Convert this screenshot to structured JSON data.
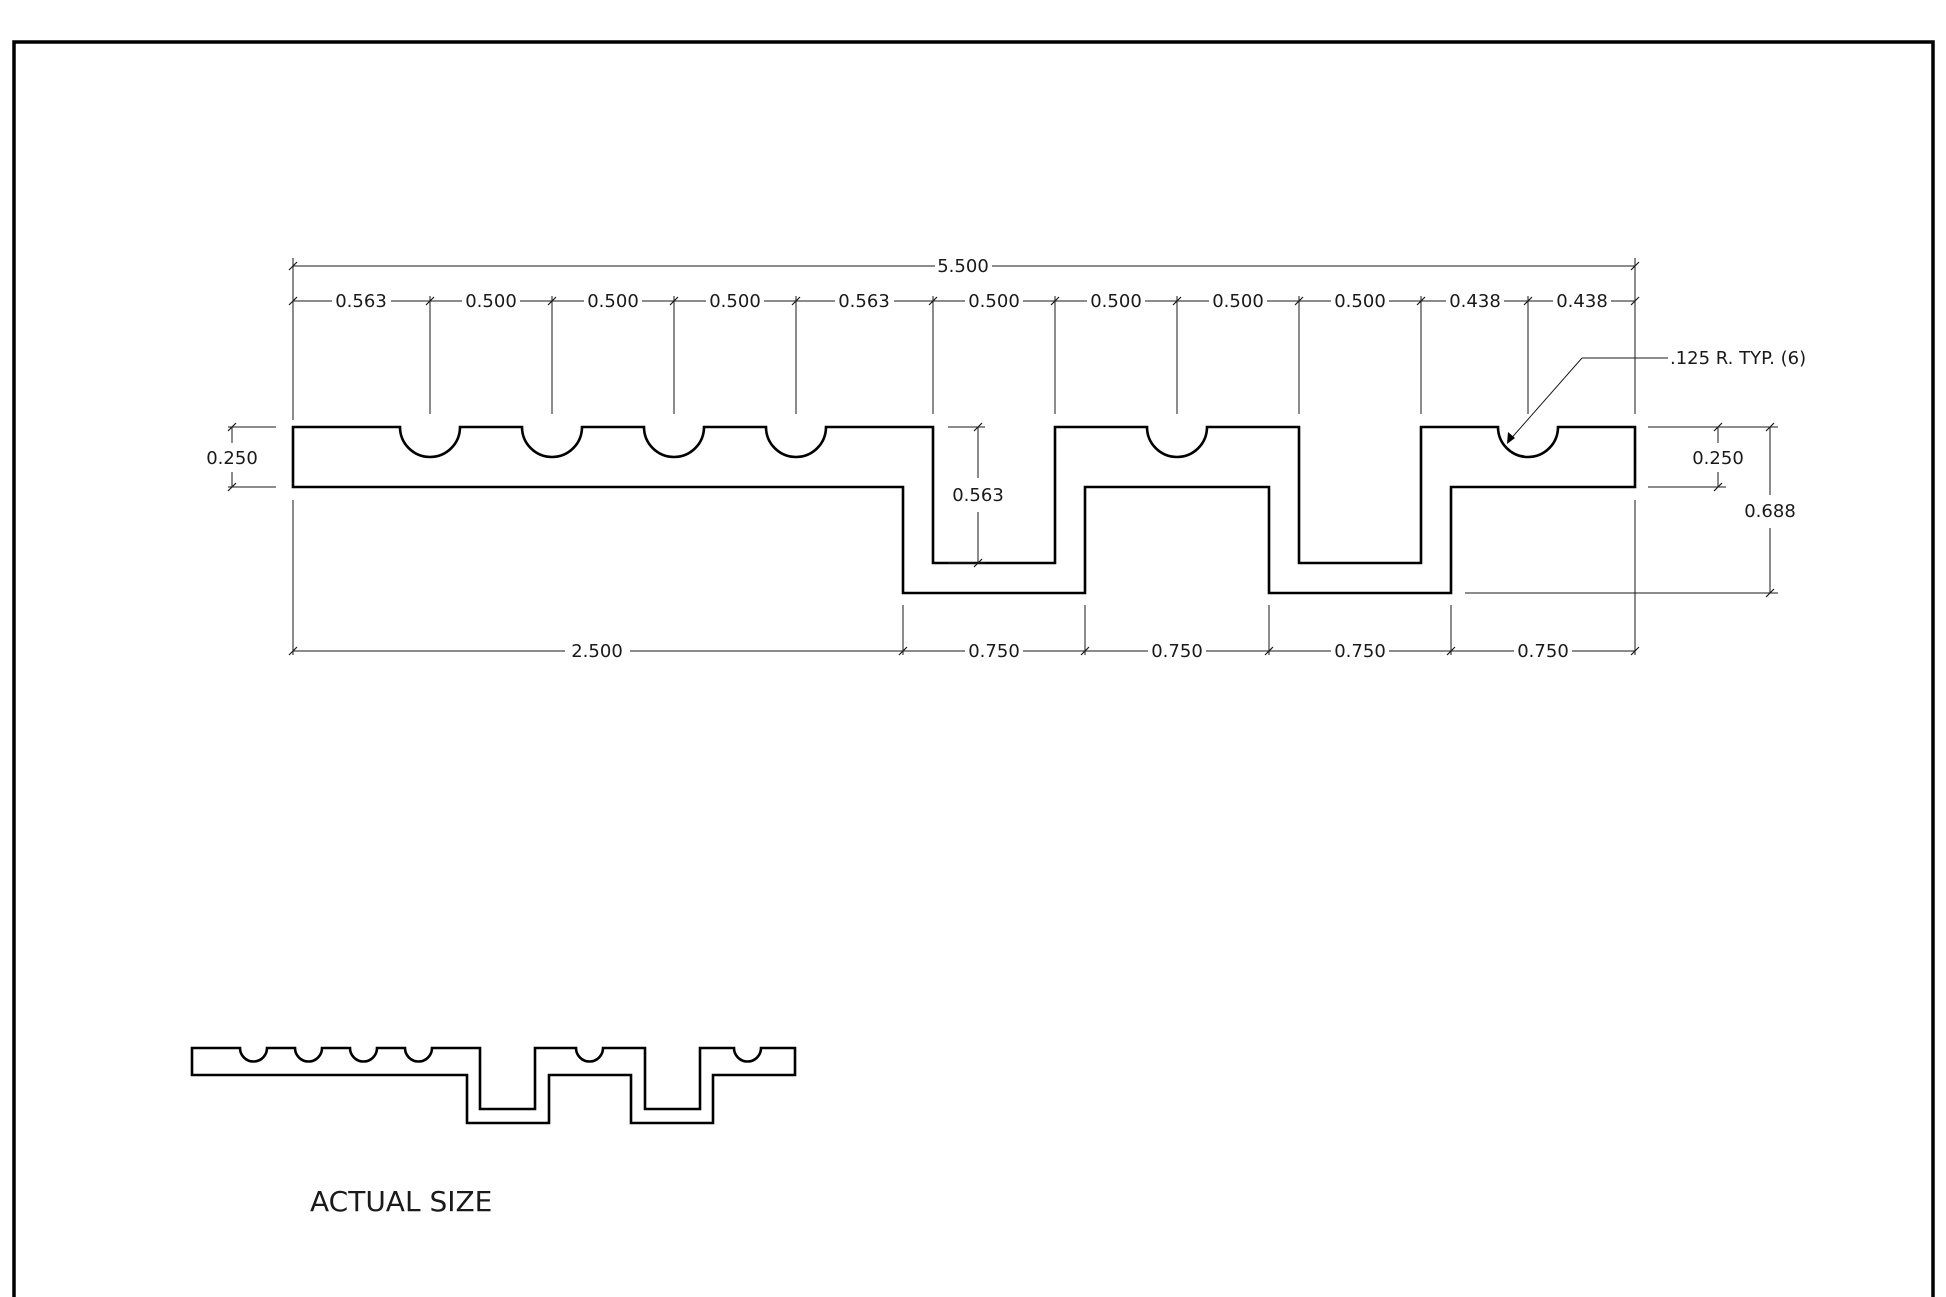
{
  "drawing": {
    "overall_width": "5.500",
    "top_dims": [
      "0.563",
      "0.500",
      "0.500",
      "0.500",
      "0.563",
      "0.500",
      "0.500",
      "0.500",
      "0.500",
      "0.438",
      "0.438"
    ],
    "bottom_dims": [
      "2.500",
      "0.750",
      "0.750",
      "0.750",
      "0.750"
    ],
    "left_thickness": "0.250",
    "right_thickness": "0.250",
    "channel_depth": "0.563",
    "overall_height": "0.688",
    "radius_note": ".125 R. TYP. (6)",
    "scale_caption": "ACTUAL SIZE"
  },
  "colors": {
    "line": "#000000",
    "background": "#ffffff"
  }
}
